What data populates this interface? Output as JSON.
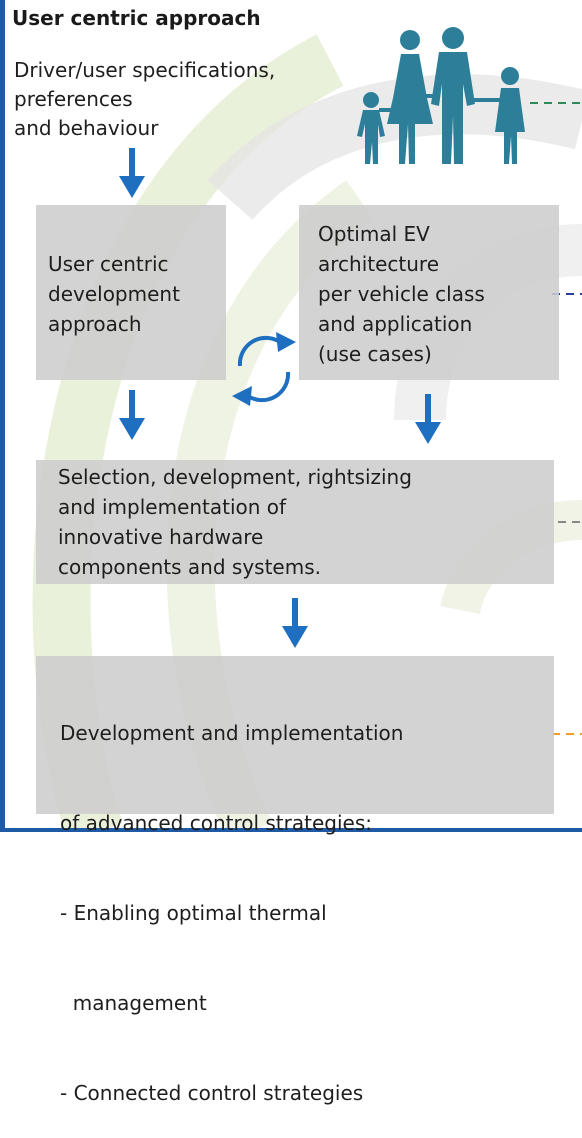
{
  "title": "User centric approach",
  "specs": {
    "lines": [
      "Driver/user specifications,",
      "preferences",
      "and behaviour"
    ]
  },
  "box_user": {
    "lines": [
      "User centric",
      "development",
      "approach"
    ]
  },
  "box_optimal": {
    "lines": [
      "Optimal EV",
      "architecture",
      "per vehicle class",
      "and application",
      "(use cases)"
    ]
  },
  "box_selection": {
    "lines": [
      "Selection, development, rightsizing",
      "and implementation of",
      "innovative hardware",
      "components and systems."
    ]
  },
  "box_control": {
    "lines": [
      "Development and implementation",
      "of advanced control strategies:",
      "- Enabling optimal thermal",
      "  management",
      "- Connected control strategies"
    ]
  },
  "icons": {
    "family": "family-silhouette-icon",
    "cycle": "cycle-arrows-icon",
    "arrow": "arrow-down-icon"
  },
  "colors": {
    "frame": "#1f5aa6",
    "arrow": "#1f6fc0",
    "family": "#2d7f99",
    "dash_green": "#2e8b57",
    "dash_blue": "#2a3f9e",
    "dash_gray": "#888888",
    "dash_orange": "#f0a020",
    "box": "#cdcdcd"
  }
}
